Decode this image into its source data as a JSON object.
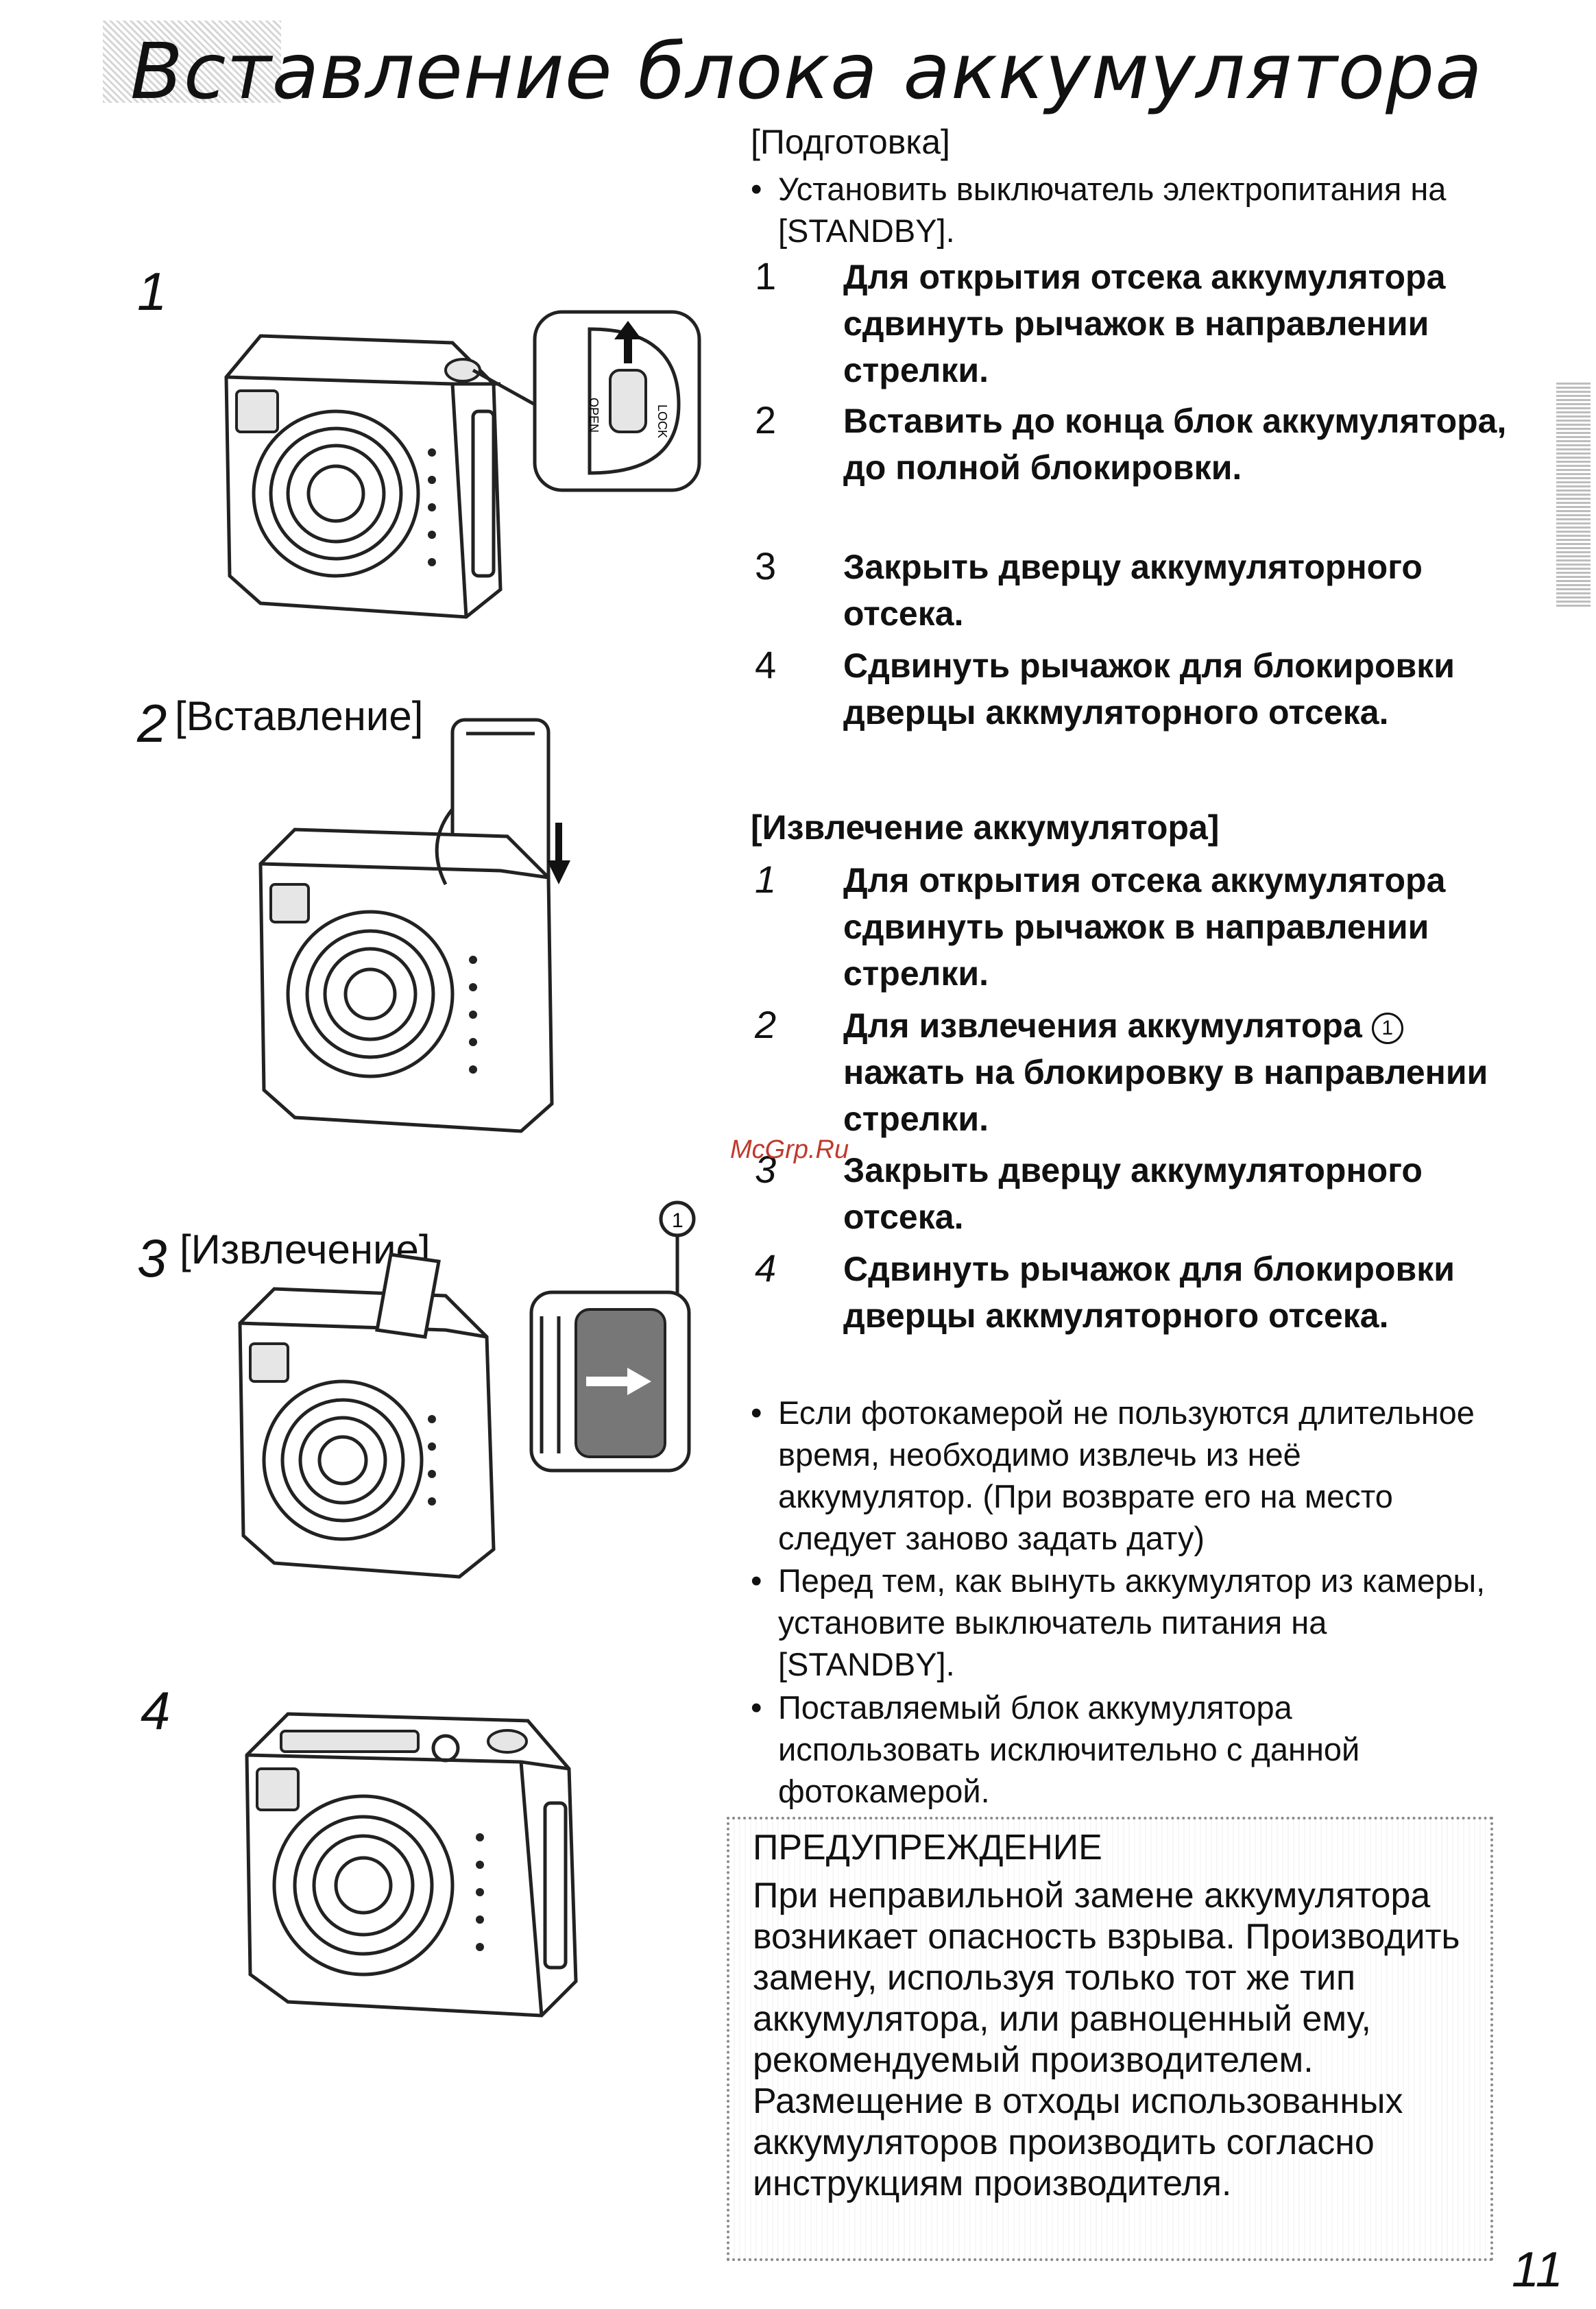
{
  "title": "Вставление блока аккумулятора",
  "figures": {
    "fig1": {
      "number": "1",
      "label": ""
    },
    "fig2": {
      "number": "2",
      "label": "[Вставление]"
    },
    "fig3": {
      "number": "3",
      "label": "[Извлечение]"
    },
    "fig4": {
      "number": "4",
      "label": ""
    },
    "lock_label": "LOCK",
    "open_label": "OPEN",
    "callout_1": "1"
  },
  "preparation": {
    "heading": "[Подготовка]",
    "bullet": "Установить выключатель электропитания на [STANDBY]."
  },
  "insert_steps": [
    {
      "num": "1",
      "text": "Для открытия отсека аккумулятора сдвинуть рычажок в направлении стрелки."
    },
    {
      "num": "2",
      "text": "Вставить до конца блок аккумулятора, до полной блокировки."
    },
    {
      "num": "3",
      "text": "Закрыть дверцу аккумуляторного отсека."
    },
    {
      "num": "4",
      "text": "Сдвинуть рычажок для блокировки дверцы аккмуляторного отсека."
    }
  ],
  "removal": {
    "heading": "[Извлечение аккумулятора]",
    "steps": [
      {
        "num": "1",
        "text": "Для открытия отсека аккумулятора сдвинуть рычажок в направлении стрелки."
      },
      {
        "num": "2",
        "text_a": "Для извлечения аккумулятора",
        "circle": "1",
        "text_b": "нажать на блокировку в направлении стрелки."
      },
      {
        "num": "3",
        "text": "Закрыть дверцу аккумуляторного отсека."
      },
      {
        "num": "4",
        "text": "Сдвинуть рычажок для блокировки дверцы аккмуляторного отсека."
      }
    ]
  },
  "notes": [
    "Если фотокамерой не пользуются длительное время, необходимо извлечь из неё аккумулятор. (При возврате его на место следует заново задать дату)",
    "Перед тем, как вынуть аккумулятор из камеры, установите выключатель питания на [STANDBY].",
    "Поставляемый блок аккумулятора использовать исключительно с данной фотокамерой."
  ],
  "warning": {
    "title": "ПРЕДУПРЕЖДЕНИЕ",
    "text": "При неправильной замене аккумулятора возникает опасность взрыва. Производить замену, используя только тот же тип аккумулятора, или равноценный ему, рекомендуемый производителем. Размещение в отходы использованных аккумуляторов производить согласно инструкциям производителя."
  },
  "watermark": "McGrp.Ru",
  "page_number": "11"
}
